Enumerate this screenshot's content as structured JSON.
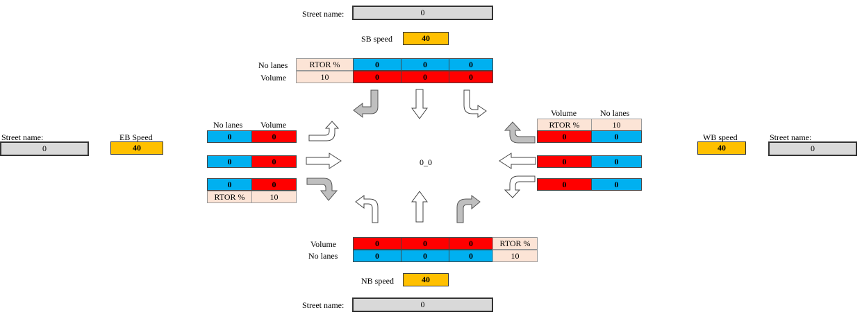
{
  "north": {
    "street_label": "Street name:",
    "street_value": "0",
    "speed_label": "SB speed",
    "speed_value": "40",
    "no_lanes_label": "No lanes",
    "volume_label": "Volume",
    "rtor_label": "RTOR %",
    "rtor_value": "10",
    "lanes": [
      "0",
      "0",
      "0"
    ],
    "volumes": [
      "0",
      "0",
      "0"
    ]
  },
  "south": {
    "street_label": "Street name:",
    "street_value": "0",
    "speed_label": "NB speed",
    "speed_value": "40",
    "no_lanes_label": "No lanes",
    "volume_label": "Volume",
    "rtor_label": "RTOR %",
    "rtor_value": "10",
    "lanes": [
      "0",
      "0",
      "0"
    ],
    "volumes": [
      "0",
      "0",
      "0"
    ]
  },
  "west": {
    "street_label": "Street name:",
    "street_value": "0",
    "speed_label": "EB Speed",
    "speed_value": "40",
    "no_lanes_label": "No lanes",
    "volume_label": "Volume",
    "rtor_label": "RTOR %",
    "rtor_value": "10",
    "lanes": [
      "0",
      "0",
      "0"
    ],
    "volumes": [
      "0",
      "0",
      "0"
    ]
  },
  "east": {
    "street_label": "Street name:",
    "street_value": "0",
    "speed_label": "WB speed",
    "speed_value": "40",
    "no_lanes_label": "No lanes",
    "volume_label": "Volume",
    "rtor_label": "RTOR %",
    "rtor_value": "10",
    "lanes": [
      "0",
      "0",
      "0"
    ],
    "volumes": [
      "0",
      "0",
      "0"
    ]
  },
  "center_label": "0_0",
  "colors": {
    "lanes": "#00b0f0",
    "volume": "#ff0000",
    "speed": "#ffc000",
    "rtor": "#fce4d6",
    "input": "#d9d9d9",
    "arrow_fill": "#bfbfbf"
  }
}
